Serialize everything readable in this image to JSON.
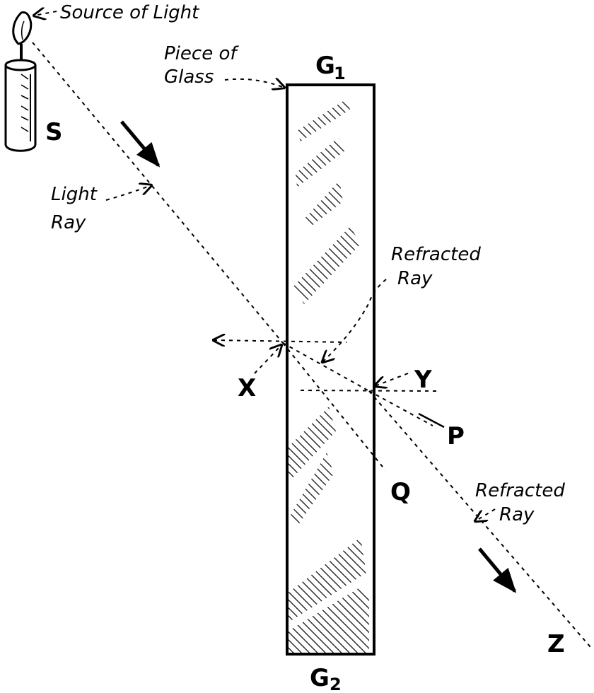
{
  "labels": {
    "source_of_light": "Source of Light",
    "piece_of_glass_line1": "Piece of",
    "piece_of_glass_line2": "Glass",
    "light_ray_line1": "Light",
    "light_ray_line2": "Ray",
    "refracted_ray_inner_line1": "Refracted",
    "refracted_ray_inner_line2": "Ray",
    "refracted_ray_outer_line1": "Refracted",
    "refracted_ray_outer_line2": "Ray"
  },
  "letters": {
    "s": "S",
    "g1_main": "G",
    "g1_sub": "1",
    "g2_main": "G",
    "g2_sub": "2",
    "x": "X",
    "y": "Y",
    "p": "P",
    "q": "Q",
    "z": "Z"
  },
  "colors": {
    "ink": "#000000",
    "background": "#ffffff"
  }
}
